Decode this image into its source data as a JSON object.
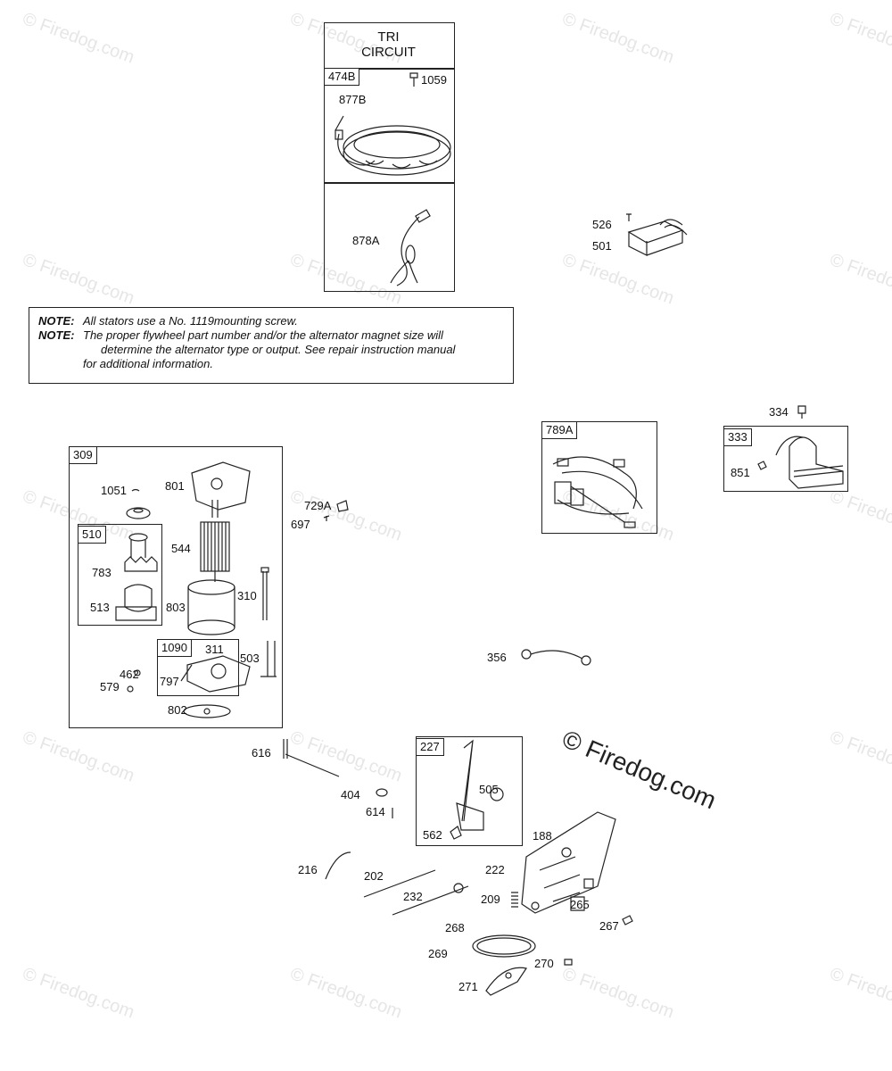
{
  "watermarks": {
    "brand": "© Firedog.com",
    "main": "© Firedog.com"
  },
  "tri_circuit": {
    "title_line1": "TRI",
    "title_line2": "CIRCUIT",
    "tag_stator": "474B",
    "label_1059": "1059",
    "label_877b": "877B",
    "label_878a": "878A"
  },
  "note": {
    "key": "NOTE:",
    "line1": "All stators use a No. 1119mounting screw.",
    "line2": "The proper flywheel part number and/or the alternator magnet size will",
    "line3": "determine the alternator type or output. See repair instruction manual",
    "line4": "for additional information."
  },
  "regulator": {
    "label_526": "526",
    "label_501": "501"
  },
  "harness": {
    "tag": "789A"
  },
  "ignition": {
    "tag": "333",
    "label_334": "334",
    "label_851": "851"
  },
  "starter": {
    "tag": "309",
    "tag_drive": "510",
    "tag_brush": "1090",
    "labels": {
      "l1051": "1051",
      "l801": "801",
      "l544": "544",
      "l783": "783",
      "l513": "513",
      "l803": "803",
      "l310": "310",
      "l311": "311",
      "l503": "503",
      "l462": "462",
      "l579": "579",
      "l797": "797",
      "l802": "802"
    }
  },
  "misc": {
    "l729a": "729A",
    "l697": "697",
    "l356": "356",
    "l616": "616",
    "l404": "404",
    "l614": "614",
    "l216": "216",
    "l202": "202",
    "l232": "232",
    "l222": "222",
    "l209": "209",
    "l188": "188",
    "l265": "265",
    "l267": "267",
    "l268": "268",
    "l269": "269",
    "l270": "270",
    "l271": "271"
  },
  "governor": {
    "tag": "227",
    "label_505": "505",
    "label_562": "562"
  }
}
